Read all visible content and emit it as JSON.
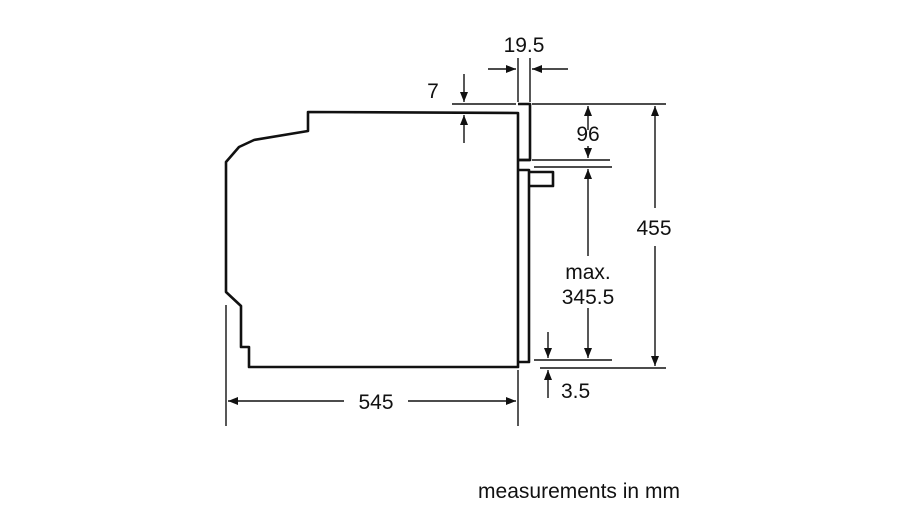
{
  "dimensions": {
    "panel_thickness": "19.5",
    "top_gap": "7",
    "panel_height": "96",
    "total_height": "455",
    "max_label": "max.",
    "max_value": "345.5",
    "bottom_gap": "3.5",
    "depth": "545"
  },
  "caption": "measurements in mm",
  "colors": {
    "line": "#111111",
    "background": "#ffffff"
  }
}
